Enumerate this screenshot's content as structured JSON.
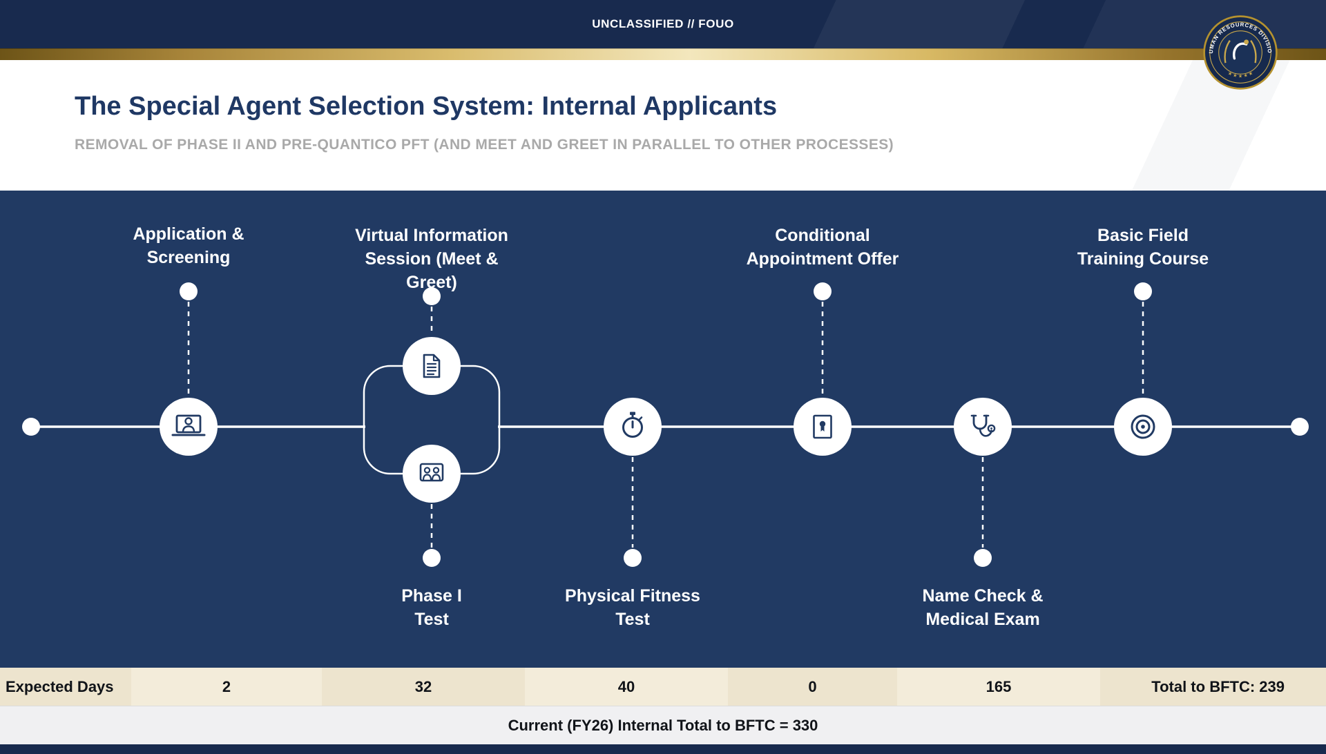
{
  "banner": {
    "classification": "UNCLASSIFIED // FOUO"
  },
  "seal": {
    "ring_text": "HUMAN RESOURCES DIVISION",
    "stars": "★ ★ ★ ★ ★"
  },
  "header": {
    "title": "The Special Agent Selection System: Internal Applicants",
    "subtitle": "REMOVAL OF PHASE II AND PRE-QUANTICO PFT (AND MEET AND GREET IN PARALLEL TO OTHER PROCESSES)"
  },
  "colors": {
    "navy_dark": "#182A4E",
    "navy_main": "#213A63",
    "gold": "#C9A84C",
    "cream": "#EDE4CE",
    "title_navy": "#1F3864",
    "subtitle_gray": "#A9A9A9"
  },
  "timeline": {
    "stages": [
      {
        "label": "Application &\nScreening",
        "icon": "webcam-interview",
        "position": "top"
      },
      {
        "label": "Virtual Information\nSession (Meet &\nGreet)",
        "icon": "document + video-meeting",
        "position": "top"
      },
      {
        "label": "Phase I\nTest",
        "icon": "video-meeting",
        "position": "bottom"
      },
      {
        "label": "Physical Fitness\nTest",
        "icon": "stopwatch",
        "position": "bottom"
      },
      {
        "label": "Conditional\nAppointment Offer",
        "icon": "certificate",
        "position": "top"
      },
      {
        "label": "Name Check &\nMedical Exam",
        "icon": "stethoscope",
        "position": "bottom"
      },
      {
        "label": "Basic Field\nTraining Course",
        "icon": "bullseye",
        "position": "top"
      }
    ]
  },
  "table": {
    "row_label": "Expected Days",
    "values": [
      "2",
      "32",
      "40",
      "0",
      "165"
    ],
    "total": "Total to BFTC: 239"
  },
  "footer": {
    "summary": "Current (FY26) Internal Total to BFTC = 330"
  }
}
